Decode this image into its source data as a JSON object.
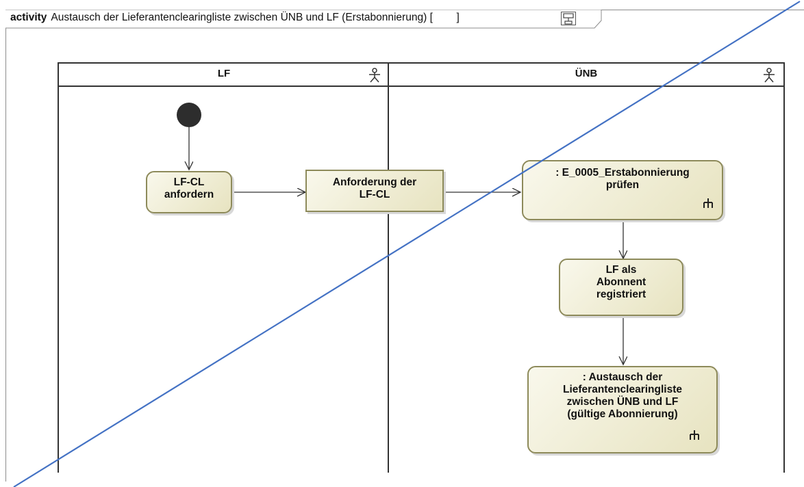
{
  "frame": {
    "keyword": "activity",
    "title": "Austausch der Lieferantenclearingliste zwischen ÜNB und LF (Erstabonnierung)",
    "title_suffix_open": "[",
    "title_suffix_close": "]",
    "diagram_icon": "diagram-icon"
  },
  "lanes": [
    {
      "label": "LF",
      "icon": "actor-icon"
    },
    {
      "label": "ÜNB",
      "icon": "actor-icon"
    }
  ],
  "nodes": {
    "initial": {
      "type": "initial-node"
    },
    "lf_cl_anfordern": {
      "line1": "LF-CL",
      "line2": "anfordern"
    },
    "anforderung": {
      "line1": "Anforderung der",
      "line2": "LF-CL"
    },
    "e0005": {
      "line1": ": E_0005_Erstabonnierung",
      "line2": "prüfen",
      "icon": "call-behavior-icon"
    },
    "lf_abonnent": {
      "line1": "LF als",
      "line2": "Abonnent",
      "line3": "registriert"
    },
    "austausch": {
      "line1": ": Austausch der",
      "line2": "Lieferantenclearingliste",
      "line3": "zwischen ÜNB und LF",
      "line4": "(gültige Abonnierung)",
      "icon": "call-behavior-icon"
    }
  },
  "colors": {
    "node_border": "#8d8a5a",
    "node_fill": "#efedd6",
    "strike_line": "#4472c4",
    "lane_line": "#333333"
  }
}
